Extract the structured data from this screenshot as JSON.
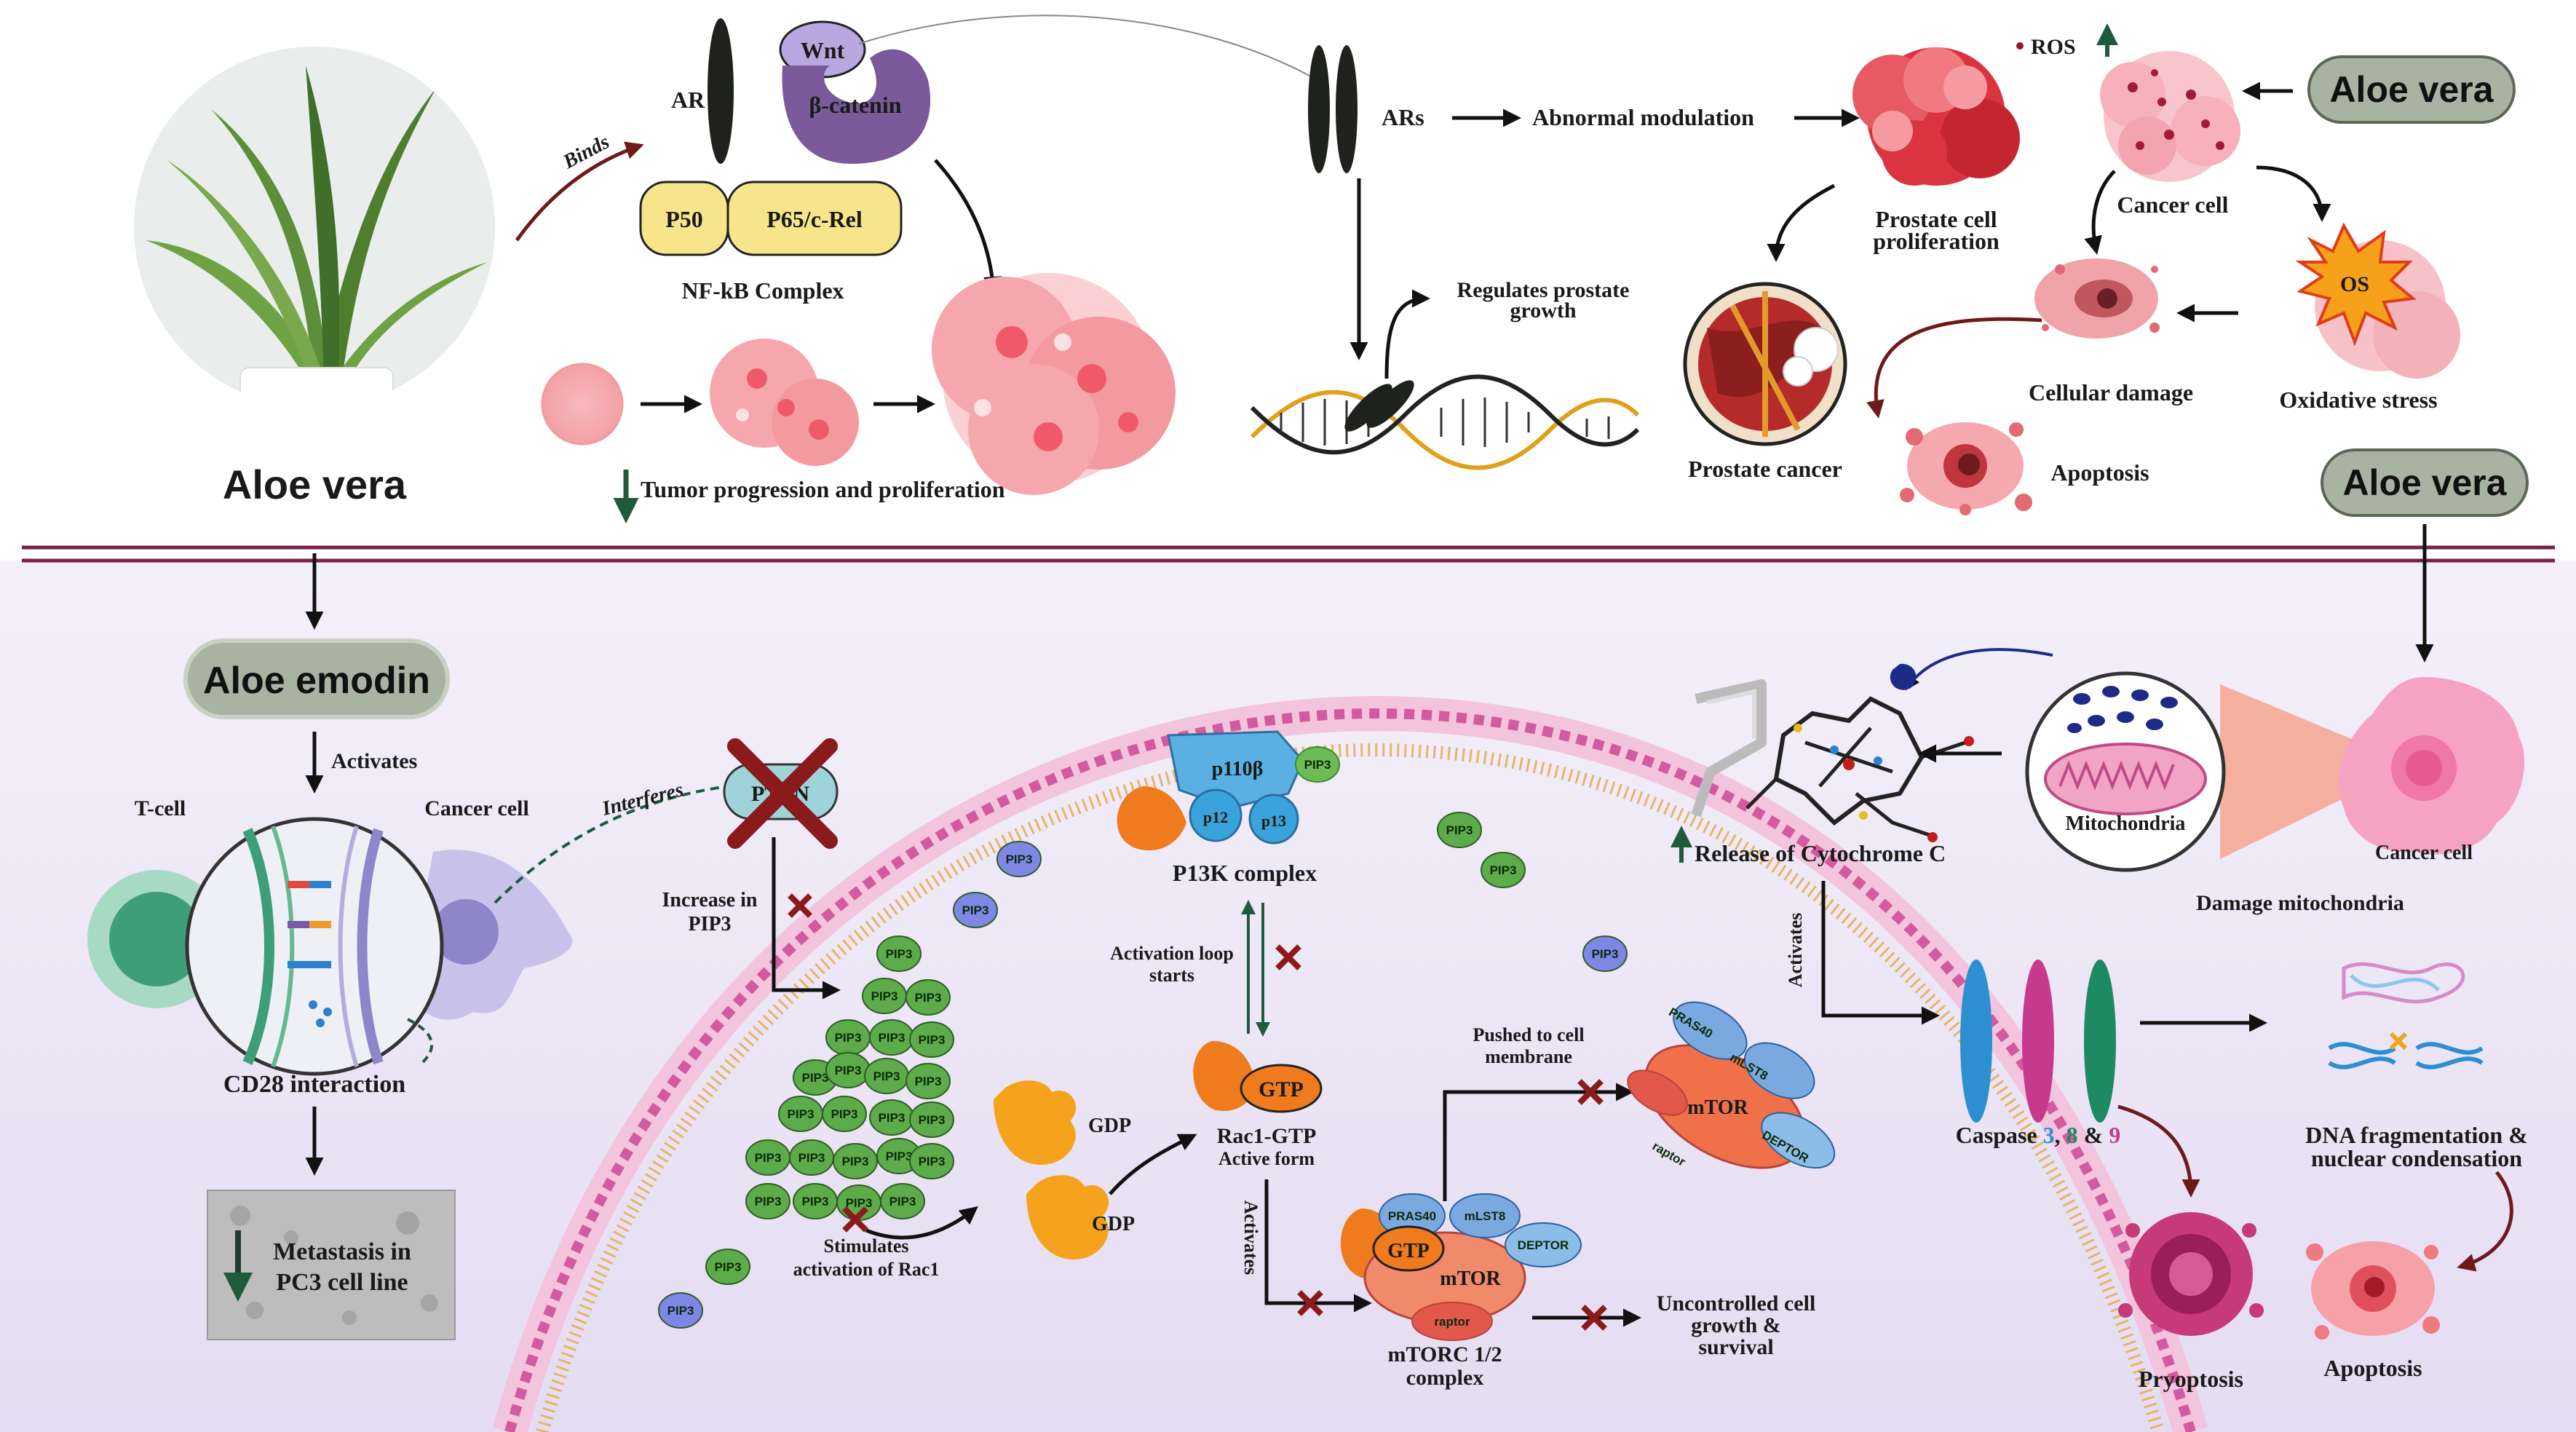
{
  "colors": {
    "bg_top": "#ffffff",
    "bg_bottom": "#ece6f6",
    "divider": "#7a1d4d",
    "arrow": "#111111",
    "dark_red_arrow": "#6e1a1a",
    "pip_green": "#5dab4a",
    "pip_blue": "#7f86e6",
    "membrane": "#d45aa0",
    "caspase_blue": "#2b8fd1",
    "caspase_pink": "#c63a8d",
    "caspase_green": "#1e8a63",
    "orange": "#f07b1e",
    "gdp_orange": "#f5a31c",
    "nfkb_yellow": "#f6e58a",
    "beta_catenin_purple": "#7a5a9a",
    "wnt_lavender": "#b9a7e0",
    "tag_bg": "#a8b3a2"
  },
  "top": {
    "aloe_label": "Aloe vera",
    "binds": "Binds",
    "ar": "AR",
    "wnt": "Wnt",
    "beta_catenin": "β-catenin",
    "p50": "P50",
    "p65": "P65/c-Rel",
    "nfkb": "NF-kB Complex",
    "tumor": "Tumor progression and proliferation",
    "ars": "ARs",
    "abnormal": "Abnormal modulation",
    "regulates_1": "Regulates prostate",
    "regulates_2": "growth",
    "prostate_prolif_1": "Prostate cell",
    "prostate_prolif_2": "proliferation",
    "ros": "ROS",
    "aloe_tag_1": "Aloe vera",
    "cancer_cell": "Cancer cell",
    "os": "OS",
    "oxidative": "Oxidative stress",
    "cellular_damage": "Cellular damage",
    "prostate_cancer": "Prostate cancer",
    "apoptosis": "Apoptosis",
    "aloe_tag_2": "Aloe vera"
  },
  "bottom": {
    "aloe_emodin": "Aloe emodin",
    "activates_1": "Activates",
    "tcell": "T-cell",
    "cancer_cell_left": "Cancer cell",
    "interferes": "Interferes",
    "cd28": "CD28 interaction",
    "metastasis_1": "Metastasis in",
    "metastasis_2": "PC3 cell line",
    "pten": "PTEN",
    "increase_1": "Increase in",
    "increase_2": "PIP3",
    "pip": "PIP3",
    "stimulates_1": "Stimulates",
    "stimulates_2": "activation of Rac1",
    "gdp_1": "GDP",
    "gdp_2": "GDP",
    "p110b": "p110β",
    "p12": "p12",
    "p13": "p13",
    "pi3k": "P13K complex",
    "activation_loop_1": "Activation loop",
    "activation_loop_2": "starts",
    "gtp": "GTP",
    "rac1": "Rac1-GTP",
    "active_form": "Active form",
    "activates_2": "Activates",
    "pushed_1": "Pushed to cell",
    "pushed_2": "membrane",
    "pras40": "PRAS40",
    "mlst8": "mLST8",
    "mtor": "mTOR",
    "deptor": "DEPTOR",
    "raptor": "raptor",
    "mtorc_1": "mTORC 1/2",
    "mtorc_2": "complex",
    "uncontrolled_1": "Uncontrolled cell",
    "uncontrolled_2": "growth &",
    "uncontrolled_3": "survival",
    "release_cytc": "Release of Cytochrome C",
    "mitochondria": "Mitochondria",
    "cancer_cell_right": "Cancer cell",
    "damage_mito": "Damage mitochondria",
    "activates_3": "Activates",
    "caspase_prefix": "Caspase ",
    "caspase_3": "3",
    "caspase_sep1": ", ",
    "caspase_8": "8",
    "caspase_sep2": " & ",
    "caspase_9": "9",
    "dna_1": "DNA fragmentation &",
    "dna_2": "nuclear condensation",
    "pyroptosis": "Pryoptosis",
    "apoptosis": "Apoptosis"
  }
}
